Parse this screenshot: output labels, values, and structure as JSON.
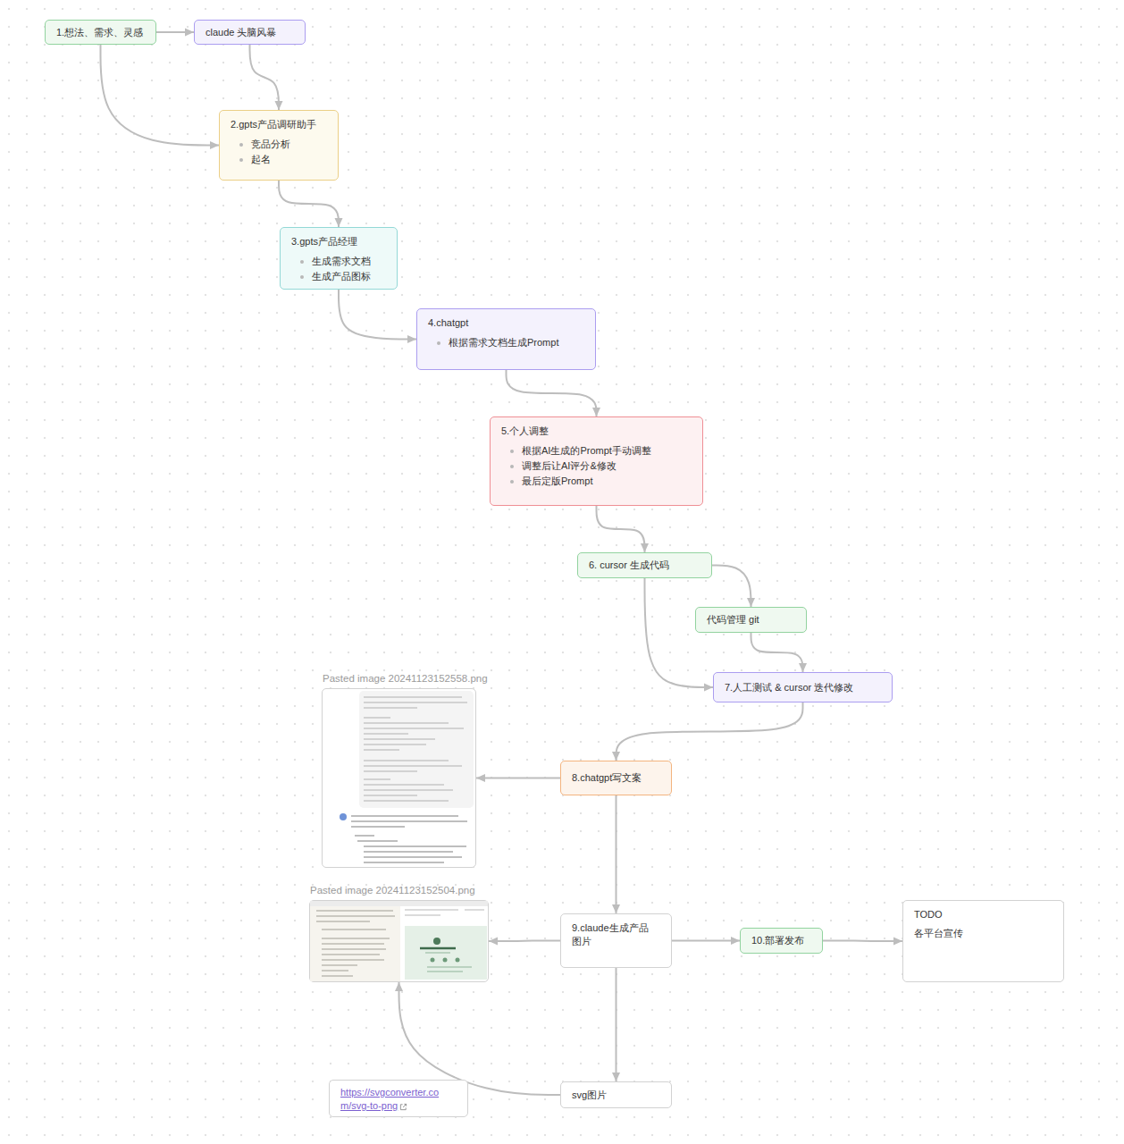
{
  "diagram": {
    "nodes": [
      {
        "text": [
          "1.想法、需求、灵感"
        ]
      },
      {
        "text": [
          "claude 头脑风暴"
        ]
      },
      {
        "text": [
          "2.gpts产品调研助手",
          "竞品分析",
          "起名"
        ]
      },
      {
        "text": [
          "3.gpts产品经理",
          "生成需求文档",
          "生成产品图标"
        ]
      },
      {
        "text": [
          "4.chatgpt",
          "根据需求文档生成Prompt"
        ]
      },
      {
        "text": [
          "5.个人调整",
          "根据AI生成的Prompt手动调整",
          "调整后让AI评分&修改",
          "最后定版Prompt"
        ]
      },
      {
        "text": [
          "6. cursor 生成代码"
        ]
      },
      {
        "text": [
          "代码管理 git"
        ]
      },
      {
        "text": [
          "7.人工测试 & cursor 迭代修改"
        ]
      },
      {
        "text": [
          "8.chatgpt写文案"
        ]
      },
      {
        "text": [
          "Pasted image 20241123152558.png"
        ]
      },
      {
        "text": [
          "9.claude生成产品 图片"
        ]
      },
      {
        "text": [
          "Pasted image 20241123152504.png"
        ]
      },
      {
        "text": [
          "10.部署发布"
        ]
      },
      {
        "text": [
          "TODO",
          "各平台宣传"
        ]
      },
      {
        "text": [
          "svg图片"
        ]
      },
      {
        "text": [
          "https://svgconverter.com/svg-to-png"
        ]
      }
    ],
    "edges": [
      {
        "from": 0,
        "to": 1,
        "arrow": "to"
      },
      {
        "from": 1,
        "to": 2,
        "arrow": "to"
      },
      {
        "from": 0,
        "to": 2,
        "arrow": "to"
      },
      {
        "from": 2,
        "to": 3,
        "arrow": "to"
      },
      {
        "from": 3,
        "to": 4,
        "arrow": "to"
      },
      {
        "from": 4,
        "to": 5,
        "arrow": "to"
      },
      {
        "from": 5,
        "to": 6,
        "arrow": "to"
      },
      {
        "from": 6,
        "to": 7,
        "arrow": "to"
      },
      {
        "from": 6,
        "to": 8,
        "arrow": "to"
      },
      {
        "from": 7,
        "to": 8,
        "arrow": "to"
      },
      {
        "from": 8,
        "to": 9,
        "arrow": "to"
      },
      {
        "from": 9,
        "to": 10,
        "arrow": "to"
      },
      {
        "from": 9,
        "to": 11,
        "arrow": "to"
      },
      {
        "from": 11,
        "to": 12,
        "arrow": "to"
      },
      {
        "from": 11,
        "to": 13,
        "arrow": "to"
      },
      {
        "from": 13,
        "to": 14,
        "arrow": "to"
      },
      {
        "from": 11,
        "to": 15,
        "arrow": "to"
      },
      {
        "from": 15,
        "to": 12,
        "arrow": "to"
      }
    ]
  }
}
